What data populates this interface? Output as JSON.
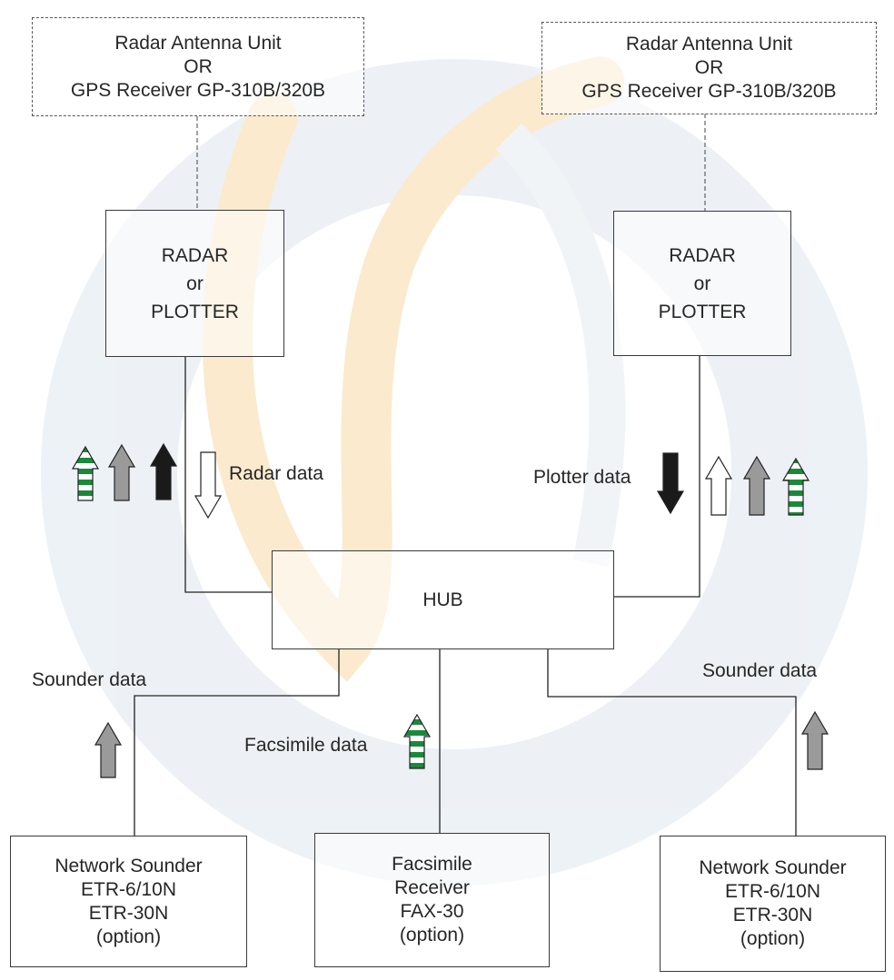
{
  "antenna_left": {
    "line1": "Radar Antenna Unit",
    "line2": "OR",
    "line3": "GPS Receiver GP-310B/320B"
  },
  "antenna_right": {
    "line1": "Radar Antenna Unit",
    "line2": "OR",
    "line3": "GPS Receiver GP-310B/320B"
  },
  "radar_left": {
    "line1": "RADAR",
    "line2": "or",
    "line3": "PLOTTER"
  },
  "radar_right": {
    "line1": "RADAR",
    "line2": "or",
    "line3": "PLOTTER"
  },
  "hub": {
    "label": "HUB"
  },
  "labels": {
    "radar_data": "Radar data",
    "plotter_data": "Plotter data",
    "sounder_data_left": "Sounder data",
    "sounder_data_right": "Sounder data",
    "facsimile_data": "Facsimile data"
  },
  "sounder_left": {
    "line1": "Network Sounder",
    "line2": "ETR-6/10N",
    "line3": "ETR-30N",
    "line4": "(option)"
  },
  "fax": {
    "line1": "Facsimile",
    "line2": "Receiver",
    "line3": "FAX-30",
    "line4": "(option)"
  },
  "sounder_right": {
    "line1": "Network Sounder",
    "line2": "ETR-6/10N",
    "line3": "ETR-30N",
    "line4": "(option)"
  },
  "colors": {
    "facsimile_green": "#1a8a3a",
    "sounder_gray": "#9a9a9a",
    "plotter_black": "#1a1a1a",
    "radar_white": "#ffffff",
    "watermark_orange": "#f6c77a",
    "watermark_blue": "#dfe7ee"
  }
}
